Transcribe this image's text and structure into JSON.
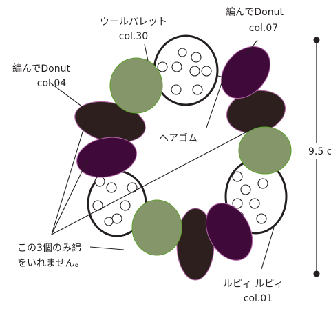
{
  "labels": {
    "wool_palette": [
      "ウールパレット",
      "col.30"
    ],
    "donut07": [
      "編んでDonut",
      "col.07"
    ],
    "donut04": [
      "編んでDonut",
      "col.04"
    ],
    "hair_tie": "ヘアゴム",
    "size": "9.5 c",
    "stuffing_note": [
      "この3個のみ綿",
      "をいれません。"
    ],
    "rupi": [
      "ルピィ ルピィ",
      "col.01"
    ]
  },
  "colors": {
    "sage_green": "#86966b",
    "aubergine": "#3f0a3a",
    "dark_brown": "#2c1f1d",
    "outline_pink": "#b063a4",
    "outline_green": "#5fa02f",
    "ink": "#231f20"
  }
}
